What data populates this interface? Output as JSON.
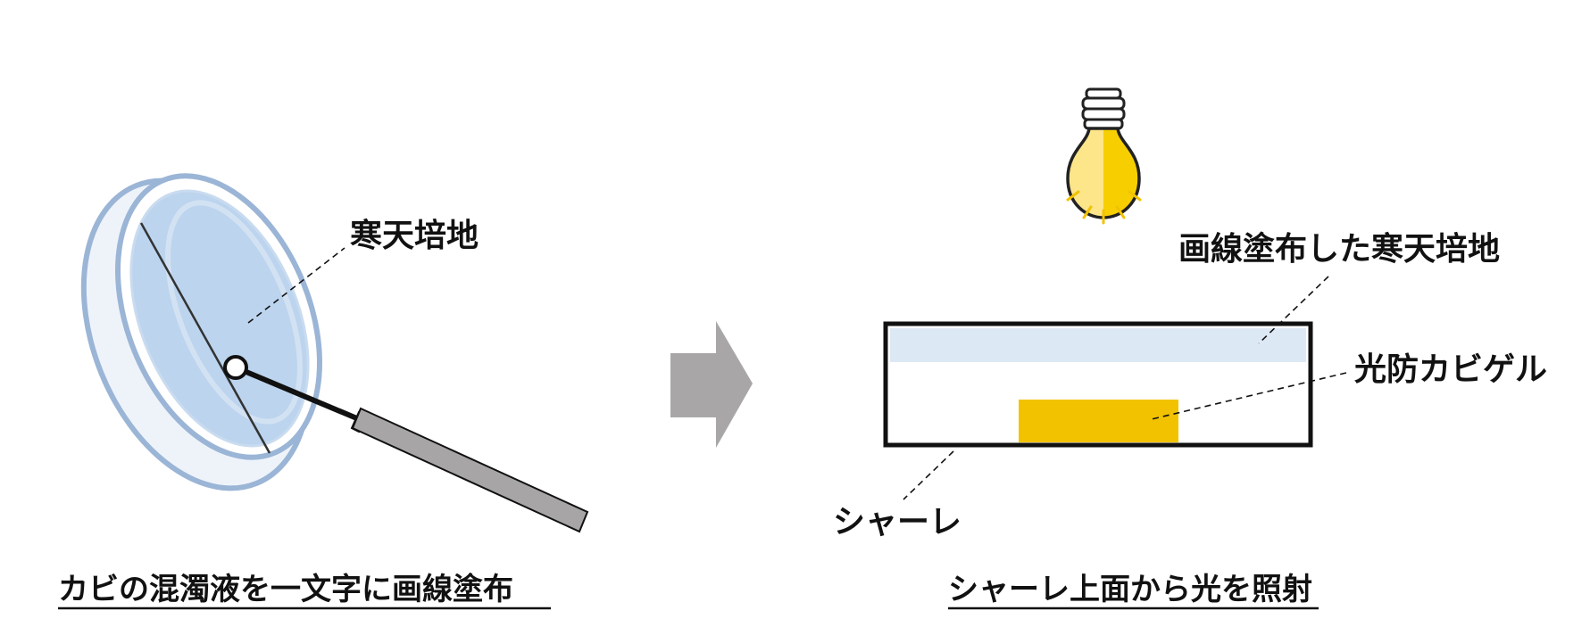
{
  "left": {
    "label_agar": "寒天培地",
    "caption": "カビの混濁液を一文字に画線塗布"
  },
  "right": {
    "label_streaked_agar": "画線塗布した寒天培地",
    "label_gel": "光防カビゲル",
    "label_dish": "シャーレ",
    "caption": "シャーレ上面から光を照射"
  },
  "colors": {
    "dish_rim": "#9bb5d6",
    "agar_fill": "#bcd4ee",
    "agar_layer": "#dde8f5",
    "gel": "#f2c200",
    "arrow": "#a8a6a6",
    "bulb_left": "#fde58a",
    "bulb_right": "#f7cf00",
    "handle": "#a7a5a5"
  },
  "icons": [
    "petri-dish-icon",
    "inoculating-loop-icon",
    "arrow-right-icon",
    "light-bulb-icon"
  ]
}
